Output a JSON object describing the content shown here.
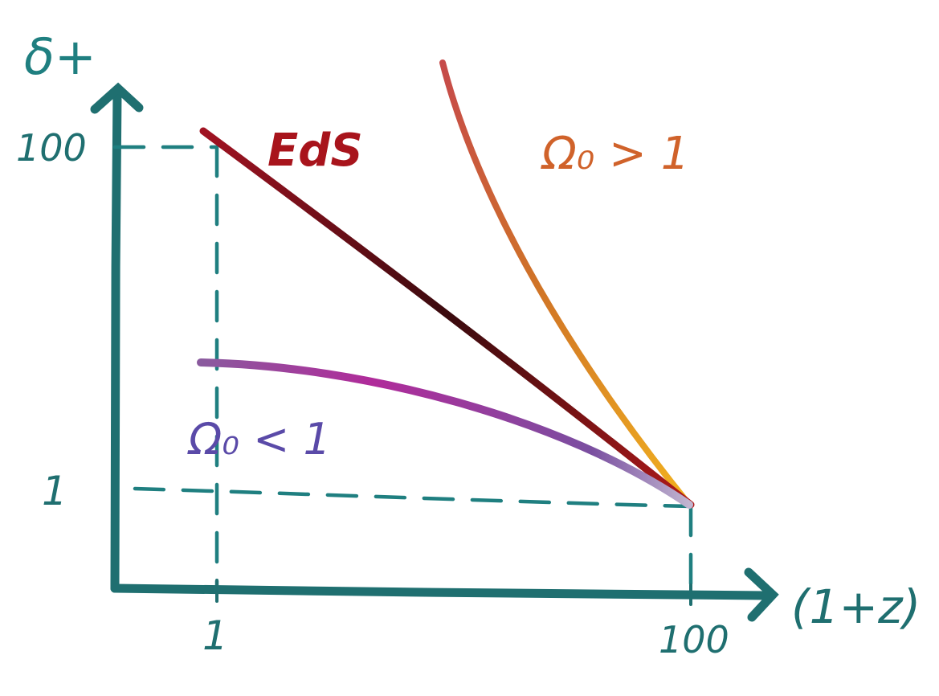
{
  "chart_data": {
    "type": "line",
    "title": "",
    "xlabel": "(1+z)",
    "ylabel": "δ+",
    "x_ticks": [
      "1",
      "100"
    ],
    "y_ticks": [
      "1",
      "100"
    ],
    "series": [
      {
        "name": "EdS",
        "color": "#8b0f1a"
      },
      {
        "name": "Ω₀ > 1",
        "color": "#d9801a"
      },
      {
        "name": "Ω₀ < 1",
        "color": "#8a3fa0"
      }
    ],
    "axis_color": "#1f7f80",
    "grid": false
  }
}
